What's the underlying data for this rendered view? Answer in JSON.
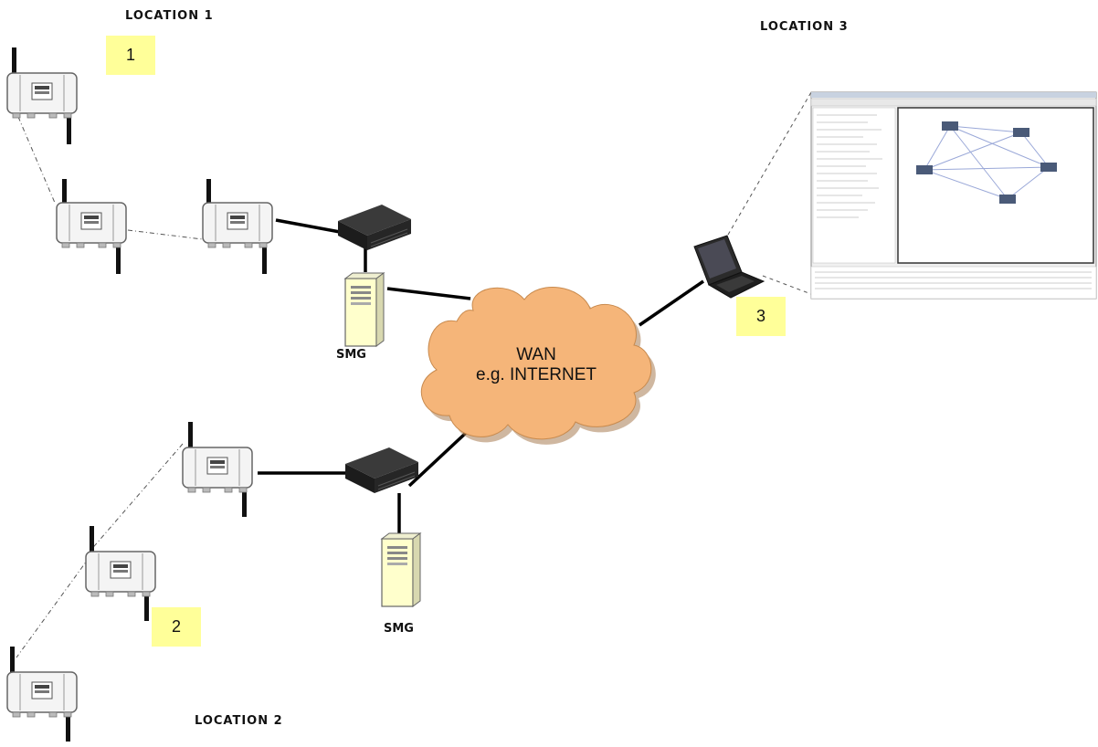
{
  "locations": {
    "location1": "LOCATION 1",
    "location2": "LOCATION 2",
    "location3": "LOCATION 3"
  },
  "badges": {
    "one": "1",
    "two": "2",
    "three": "3"
  },
  "servers": {
    "top_label": "SMG",
    "bottom_label": "SMG"
  },
  "cloud": {
    "line1": "WAN",
    "line2": "e.g. INTERNET",
    "fill": "#f5b579"
  },
  "colors": {
    "badge": "#ffff99",
    "server_body": "#ffffcc",
    "switch_body": "#2a2a2a"
  },
  "icons": [
    "wireless-node-icon",
    "network-switch-icon",
    "server-icon",
    "laptop-icon",
    "cloud-icon",
    "software-screenshot-icon"
  ]
}
